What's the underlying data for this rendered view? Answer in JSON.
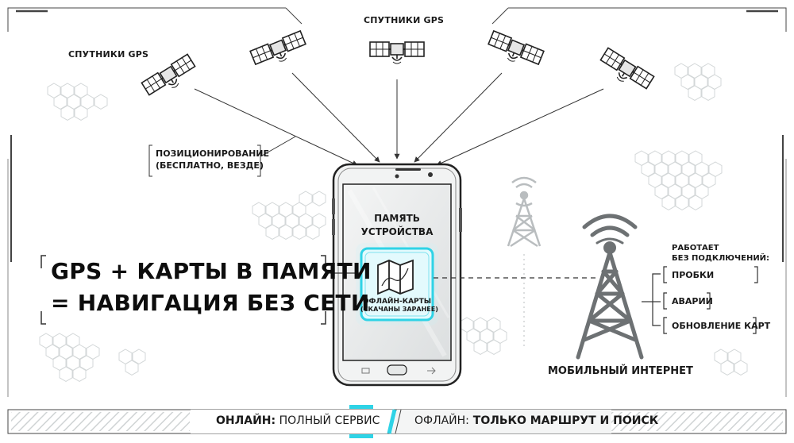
{
  "satellites": {
    "label_left": "СПУТНИКИ GPS",
    "label_top": "СПУТНИКИ GPS"
  },
  "positioning": {
    "line1": "ПОЗИЦИОНИРОВАНИЕ",
    "line2": "(БЕСПЛАТНО, ВЕЗДЕ)"
  },
  "memory": {
    "line1": "ПАМЯТЬ",
    "line2": "УСТРОЙСТВА"
  },
  "offline_maps": {
    "line1": "ОФЛАЙН-КАРТЫ",
    "line2": "(СКАЧАНЫ ЗАРАНЕЕ)"
  },
  "main_claim": {
    "line1": "GPS + КАРТЫ В ПАМЯТИ",
    "line2": "= НАВИГАЦИЯ БЕЗ СЕТИ"
  },
  "works_without": {
    "line1": "РАБОТАЕТ",
    "line2": "БЕЗ ПОДКЛЮЧЕНИЙ:"
  },
  "features": [
    "ПРОБКИ",
    "АВАРИИ",
    "ОБНОВЛЕНИЕ КАРТ"
  ],
  "tower_label": "МОБИЛЬНЫЙ ИНТЕРНЕТ",
  "bottom_bar": {
    "online_strong": "ОНЛАЙН:",
    "online_rest": " ПОЛНЫЙ СЕРВИС",
    "offline_strong": "ОФЛАЙН:",
    "offline_rest": " ТОЛЬКО МАРШРУТ И ПОИСК"
  },
  "colors": {
    "accent_cyan": "#2fd3e6",
    "ink": "#1a1a1a",
    "hex_gray": "#d8dcdd"
  }
}
